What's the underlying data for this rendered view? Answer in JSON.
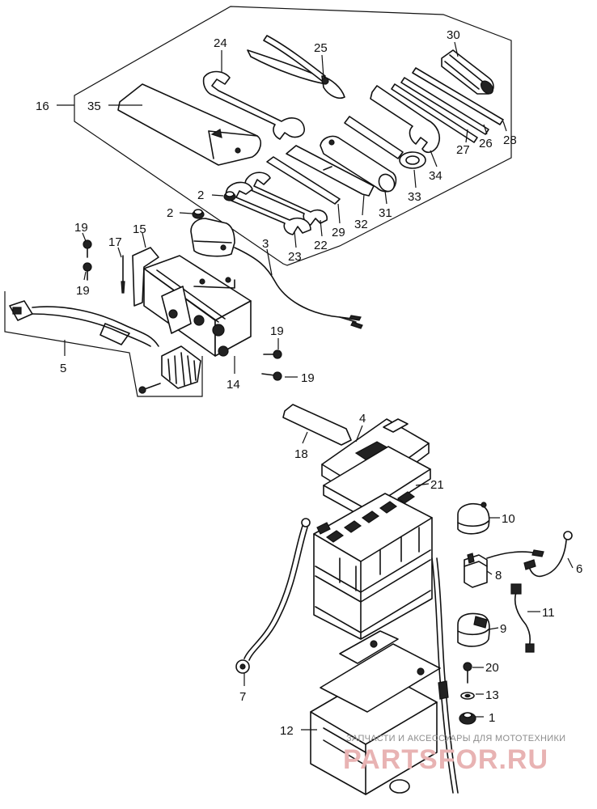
{
  "callouts": [
    {
      "id": "c16",
      "label": "16"
    },
    {
      "id": "c35",
      "label": "35"
    },
    {
      "id": "c24",
      "label": "24"
    },
    {
      "id": "c25",
      "label": "25"
    },
    {
      "id": "c30",
      "label": "30"
    },
    {
      "id": "c28",
      "label": "28"
    },
    {
      "id": "c27",
      "label": "27"
    },
    {
      "id": "c26",
      "label": "26"
    },
    {
      "id": "c34",
      "label": "34"
    },
    {
      "id": "c33",
      "label": "33"
    },
    {
      "id": "c31",
      "label": "31"
    },
    {
      "id": "c32",
      "label": "32"
    },
    {
      "id": "c29",
      "label": "29"
    },
    {
      "id": "c22",
      "label": "22"
    },
    {
      "id": "c23",
      "label": "23"
    },
    {
      "id": "c2a",
      "label": "2"
    },
    {
      "id": "c2b",
      "label": "2"
    },
    {
      "id": "c3",
      "label": "3"
    },
    {
      "id": "c19a",
      "label": "19"
    },
    {
      "id": "c19b",
      "label": "19"
    },
    {
      "id": "c17",
      "label": "17"
    },
    {
      "id": "c15",
      "label": "15"
    },
    {
      "id": "c5",
      "label": "5"
    },
    {
      "id": "c14",
      "label": "14"
    },
    {
      "id": "c19c",
      "label": "19"
    },
    {
      "id": "c19d",
      "label": "19"
    },
    {
      "id": "c4",
      "label": "4"
    },
    {
      "id": "c18",
      "label": "18"
    },
    {
      "id": "c21",
      "label": "21"
    },
    {
      "id": "c10",
      "label": "10"
    },
    {
      "id": "c6",
      "label": "6"
    },
    {
      "id": "c8",
      "label": "8"
    },
    {
      "id": "c11",
      "label": "11"
    },
    {
      "id": "c9",
      "label": "9"
    },
    {
      "id": "c20",
      "label": "20"
    },
    {
      "id": "c13",
      "label": "13"
    },
    {
      "id": "c1",
      "label": "1"
    },
    {
      "id": "c7",
      "label": "7"
    },
    {
      "id": "c12",
      "label": "12"
    }
  ],
  "watermark": {
    "line1": "ЗАПЧАСТИ И АКСЕССУАРЫ ДЛЯ МОТОТЕХНИКИ",
    "line2": "PARTSFOR.RU"
  }
}
